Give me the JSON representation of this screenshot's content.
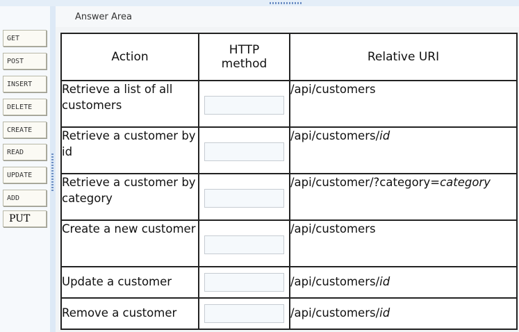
{
  "answer_area": {
    "title": "Answer Area"
  },
  "tiles": [
    "GET",
    "POST",
    "INSERT",
    "DELETE",
    "CREATE",
    "READ",
    "UPDATE",
    "ADD",
    "PUT"
  ],
  "table": {
    "headers": {
      "action": "Action",
      "method_line1": "HTTP",
      "method_line2": "method",
      "uri": "Relative URI"
    },
    "rows": [
      {
        "action": "Retrieve a list of all customers",
        "method": "",
        "uri_text": "/api/customers",
        "uri_var": ""
      },
      {
        "action": "Retrieve a customer by id",
        "method": "",
        "uri_text": "/api/customers/",
        "uri_var": "id"
      },
      {
        "action": "Retrieve a customer by category",
        "method": "",
        "uri_text": "/api/customer/?category=",
        "uri_var": "category"
      },
      {
        "action": "Create a new customer",
        "method": "",
        "uri_text": "/api/customers",
        "uri_var": ""
      },
      {
        "action": "Update a customer",
        "method": "",
        "uri_text": "/api/customers/",
        "uri_var": "id"
      },
      {
        "action": "Remove a customer",
        "method": "",
        "uri_text": "/api/customers/",
        "uri_var": "id"
      }
    ]
  }
}
